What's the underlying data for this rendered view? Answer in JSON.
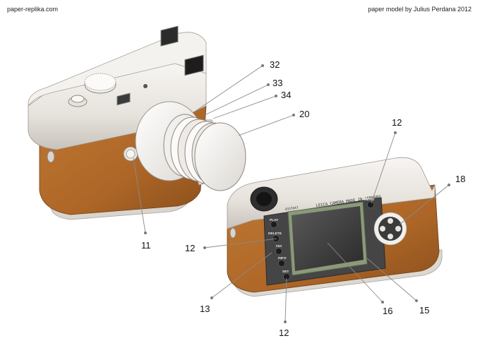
{
  "header": {
    "site": "paper-replika.com",
    "credit": "paper model by Julius Perdana 2012"
  },
  "back_panel": {
    "engraving": "LEICA CAMERA MADE IN GERMANY",
    "serial": "4337647",
    "buttons": [
      "PLAY",
      "DELETE",
      "ISO",
      "INFO",
      "SET"
    ],
    "menu_button": "MENU"
  },
  "callouts": {
    "c32": "32",
    "c33": "33",
    "c34": "34",
    "c20": "20",
    "c11": "11",
    "c12_top": "12",
    "c18": "18",
    "c12_left": "12",
    "c13": "13",
    "c16": "16",
    "c15": "15",
    "c12_bottom": "12"
  },
  "colors": {
    "leather": "#b06a2a",
    "leather_dark": "#8a4f1c",
    "metal": "#e9e5df",
    "metal_shade": "#c9c4bc",
    "screen": "#3a3a3a",
    "back_panel": "#454545"
  }
}
